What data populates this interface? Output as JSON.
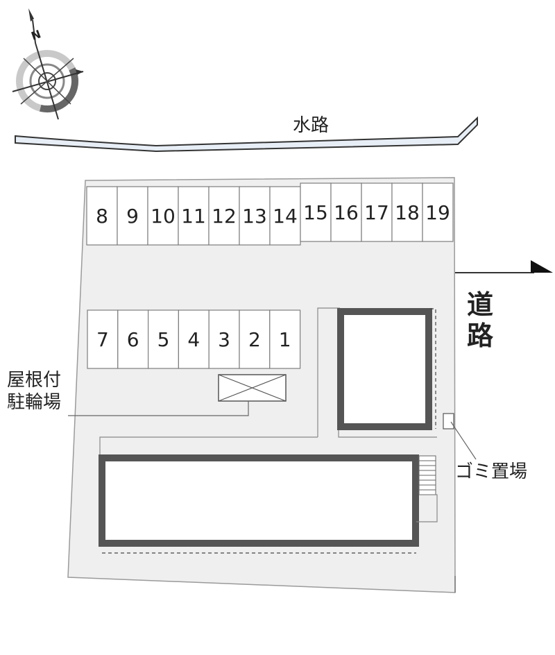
{
  "compass": {
    "north_label": "N",
    "icon": "compass-rose-icon"
  },
  "labels": {
    "waterway": "水路",
    "road_line1": "道",
    "road_line2": "路",
    "bike_parking_line1": "屋根付",
    "bike_parking_line2": "駐輪場",
    "garbage": "ゴミ置場"
  },
  "parking": {
    "top_row": [
      "8",
      "9",
      "10",
      "11",
      "12",
      "13",
      "14",
      "15",
      "16",
      "17",
      "18",
      "19"
    ],
    "middle_row": [
      "7",
      "6",
      "5",
      "4",
      "3",
      "2",
      "1"
    ]
  },
  "colors": {
    "lot_fill": "#efefef",
    "lot_border": "#9a9a9a",
    "building_border": "#555555",
    "waterway_fill": "#e8eef6",
    "line_dark": "#333333"
  }
}
